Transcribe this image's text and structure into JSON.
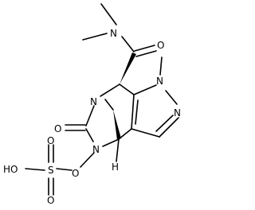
{
  "molecule": {
    "atoms": {
      "amide_n": "N",
      "carbonyl_o_top": "O",
      "pyrazole_n1": "N",
      "pyrazole_n2": "N",
      "bridge_n": "N",
      "ring_carbonyl_o": "O",
      "n_sulfate": "N",
      "ester_o": "O",
      "sulfur": "S",
      "sulfonyl_o_top": "O",
      "sulfonyl_o_bottom": "O",
      "hydroxyl": "HO",
      "stereo_h": "H"
    }
  }
}
